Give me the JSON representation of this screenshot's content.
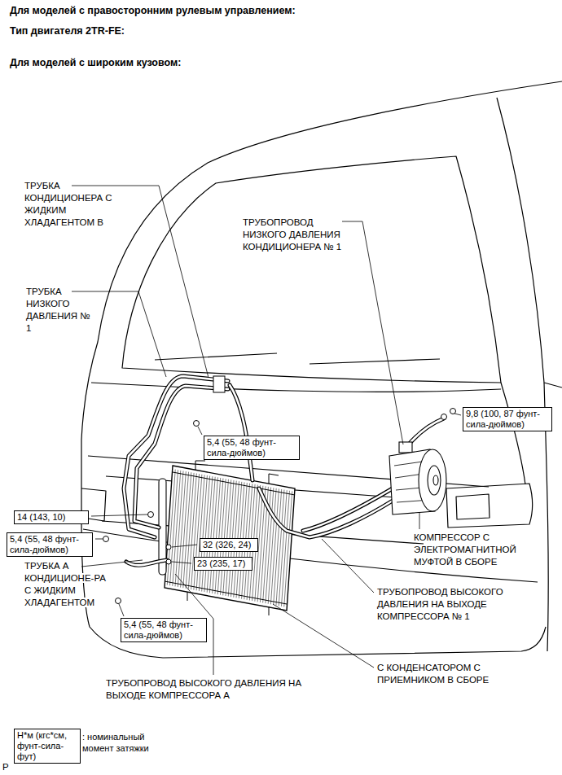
{
  "diagram": {
    "title": "Для моделей с правосторонним рулевым управлением:",
    "nodes": [
      {
        "text": [
          "9,8 (100, 87 фунт-сила-дюймов)"
        ]
      },
      {
        "text": [
          "5,4 (55, 48 фунт-сила-дюймов)"
        ]
      },
      {
        "text": [
          "14 (143, 10)"
        ]
      },
      {
        "text": [
          "5,4 (55, 48 фунт-сила-дюймов)"
        ]
      },
      {
        "text": [
          "32 (326, 24)"
        ]
      },
      {
        "text": [
          "23 (235, 17)"
        ]
      },
      {
        "text": [
          "5,4 (55, 48 фунт-сила-дюймов)"
        ]
      },
      {
        "text": [
          "Н*м (кгс*см, фунт-сила-фут)"
        ]
      }
    ],
    "labels": [
      "Тип двигателя 2TR-FE:",
      "Для моделей с широким кузовом:",
      "ТРУБКА КОНДИЦИОНЕРА С ЖИДКИМ ХЛАДАГЕНТОМ B",
      "ТРУБОПРОВОД НИЗКОГО ДАВЛЕНИЯ КОНДИЦИОНЕРА № 1",
      "ТРУБКА НИЗКОГО ДАВЛЕНИЯ № 1",
      "КОМПРЕССОР С ЭЛЕКТРОМАГНИТНОЙ МУФТОЙ В СБОРЕ",
      "ТРУБКА А КОНДИЦИОНЕ-РА С ЖИДКИМ ХЛАДАГЕНТОМ",
      "ТРУБОПРОВОД ВЫСОКОГО ДАВЛЕНИЯ НА ВЫХОДЕ КОМПРЕССОРА № 1",
      "С КОНДЕНСАТОРОМ С ПРИЕМНИКОМ В СБОРЕ",
      "ТРУБОПРОВОД ВЫСОКОГО ДАВЛЕНИЯ НА ВЫХОДЕ КОМПРЕССОРА А",
      "P"
    ],
    "legend": [
      {
        "text": ": номинальный момент затяжки"
      }
    ]
  }
}
